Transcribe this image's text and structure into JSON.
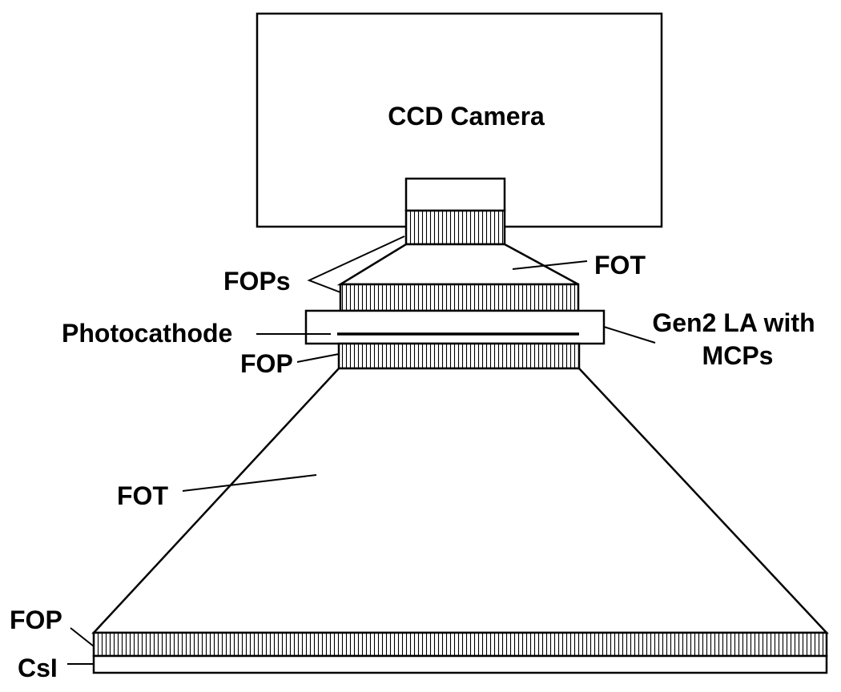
{
  "labels": {
    "ccd_camera": "CCD Camera",
    "fot_top": "FOT",
    "fops": "FOPs",
    "photocathode": "Photocathode",
    "gen2_line1": "Gen2 LA with",
    "gen2_line2": "MCPs",
    "fop_middle": "FOP",
    "fot_bottom": "FOT",
    "fop_bottom": "FOP",
    "csi": "CsI"
  }
}
